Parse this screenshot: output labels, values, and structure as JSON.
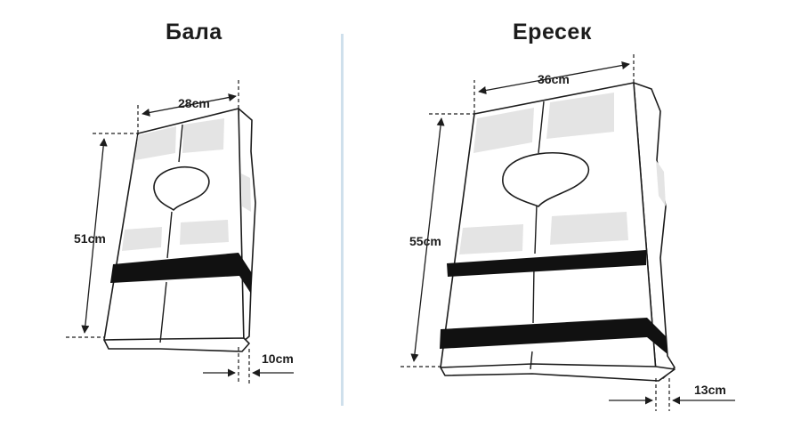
{
  "labels": {
    "left_title": "Бала",
    "right_title": "Ересек"
  },
  "child": {
    "width": "28cm",
    "height": "51cm",
    "thickness": "10cm"
  },
  "adult": {
    "width": "36cm",
    "height": "55cm",
    "thickness": "13cm"
  },
  "colors": {
    "strap": "#111111",
    "panel": "#e4e4e4",
    "divider": "#cfe0ec"
  }
}
